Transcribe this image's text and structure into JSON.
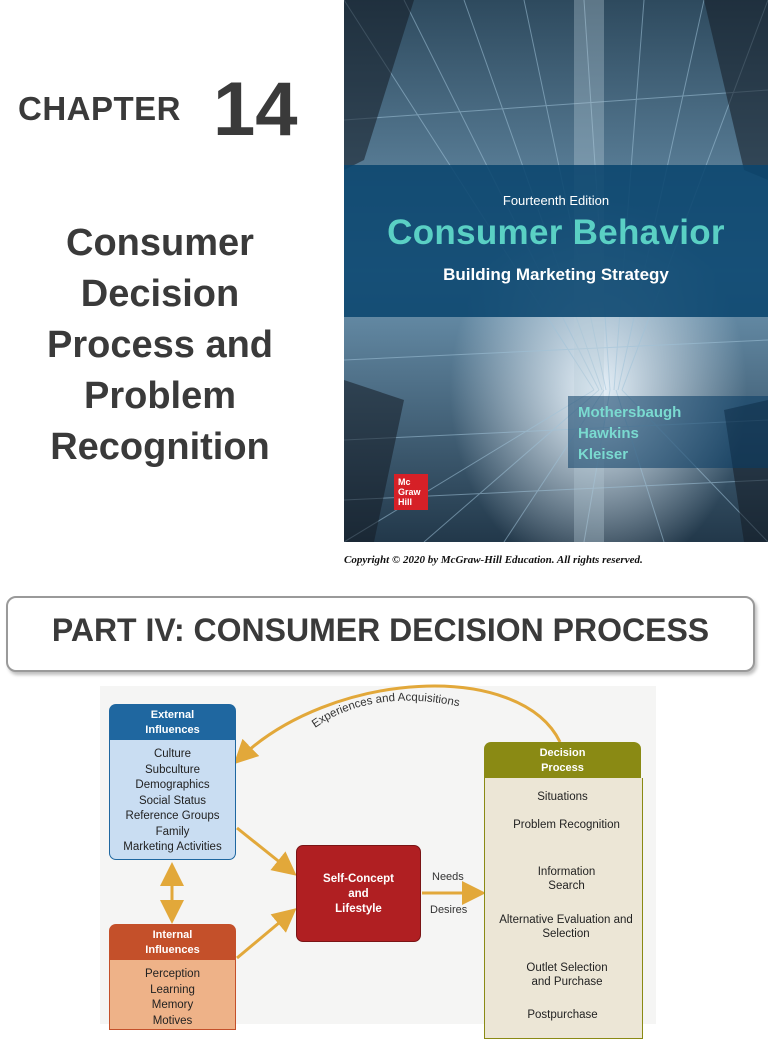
{
  "chapter": {
    "label": "CHAPTER",
    "number": "14",
    "title_lines": [
      "Consumer",
      "Decision",
      "Process and",
      "Problem",
      "Recognition"
    ]
  },
  "cover": {
    "edition": "Fourteenth Edition",
    "title": "Consumer Behavior",
    "subtitle": "Building Marketing Strategy",
    "authors": [
      "Mothersbaugh",
      "Hawkins",
      "Kleiser"
    ],
    "publisher_logo": [
      "Mc",
      "Graw",
      "Hill"
    ]
  },
  "copyright": "Copyright © 2020 by McGraw-Hill Education. All rights reserved.",
  "part_banner": "PART IV: CONSUMER DECISION PROCESS",
  "diagram": {
    "arc_label": "Experiences and Acquisitions",
    "external": {
      "title_lines": [
        "External",
        "Influences"
      ],
      "items": [
        "Culture",
        "Subculture",
        "Demographics",
        "Social Status",
        "Reference Groups",
        "Family",
        "Marketing Activities"
      ]
    },
    "internal": {
      "title_lines": [
        "Internal",
        "Influences"
      ],
      "items": [
        "Perception",
        "Learning",
        "Memory",
        "Motives"
      ]
    },
    "self_concept": [
      "Self-Concept",
      "and",
      "Lifestyle"
    ],
    "needs_label": "Needs",
    "desires_label": "Desires",
    "decision": {
      "title_lines": [
        "Decision",
        "Process"
      ],
      "items": [
        "Situations",
        "Problem Recognition",
        "Information Search",
        "Alternative Evaluation and Selection",
        "Outlet Selection and Purchase",
        "Postpurchase"
      ]
    },
    "colors": {
      "arrow": "#e2a83a",
      "external": "#1f67a0",
      "internal": "#c4502a",
      "self_concept": "#b01f22",
      "decision": "#8a8a14"
    }
  }
}
